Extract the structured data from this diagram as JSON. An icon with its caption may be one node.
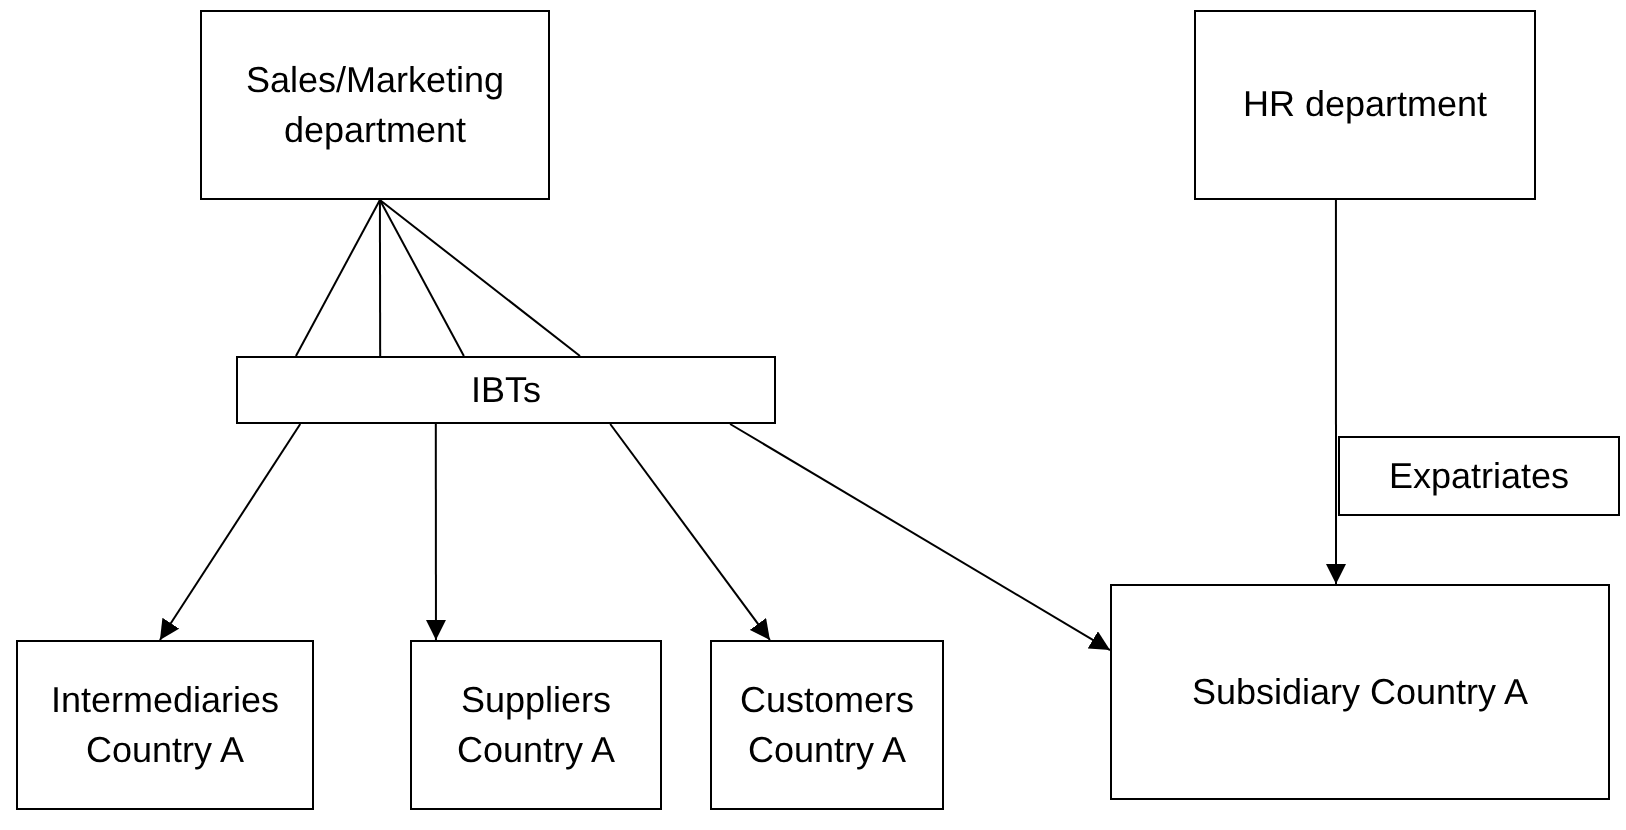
{
  "diagram": {
    "nodes": [
      {
        "text": [
          "Sales/Marketing department"
        ]
      },
      {
        "text": [
          "HR department"
        ]
      },
      {
        "text": [
          "IBTs"
        ]
      },
      {
        "text": [
          "Expatriates"
        ]
      },
      {
        "text": [
          "Intermediaries Country A"
        ]
      },
      {
        "text": [
          "Suppliers Country A"
        ]
      },
      {
        "text": [
          "Customers Country A"
        ]
      },
      {
        "text": [
          "Subsidiary Country A"
        ]
      }
    ],
    "edges": [
      {
        "from": 0,
        "to": 2,
        "arrow": "none"
      },
      {
        "from": 0,
        "to": 2,
        "arrow": "none"
      },
      {
        "from": 0,
        "to": 2,
        "arrow": "none"
      },
      {
        "from": 0,
        "to": 2,
        "arrow": "none"
      },
      {
        "from": 2,
        "to": 4,
        "arrow": "to"
      },
      {
        "from": 2,
        "to": 5,
        "arrow": "to"
      },
      {
        "from": 2,
        "to": 6,
        "arrow": "to"
      },
      {
        "from": 2,
        "to": 7,
        "arrow": "to"
      },
      {
        "from": 1,
        "to": 7,
        "arrow": "to"
      }
    ]
  }
}
